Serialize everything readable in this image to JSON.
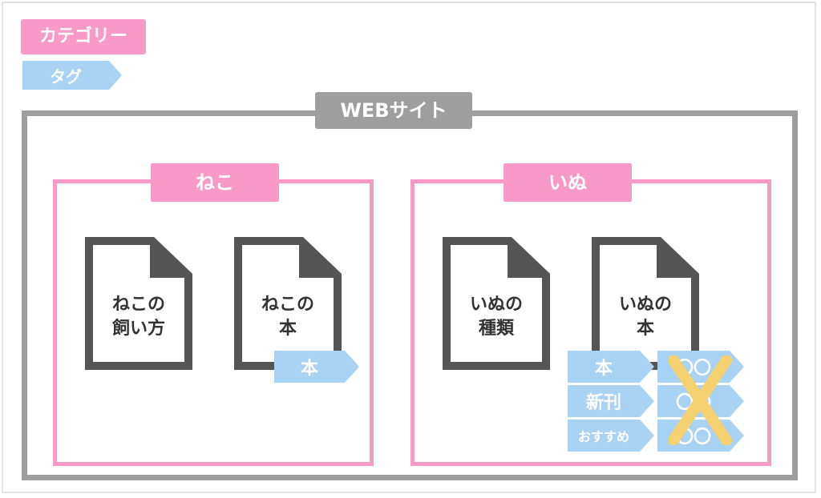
{
  "legend": {
    "category_label": "カテゴリー",
    "tag_label": "タグ"
  },
  "website": {
    "label": "WEBサイト"
  },
  "categories": [
    {
      "label": "ねこ",
      "pages": [
        {
          "title": "ねこの\n飼い方"
        },
        {
          "title": "ねこの\n本",
          "tags": [
            "本"
          ]
        }
      ]
    },
    {
      "label": "いぬ",
      "pages": [
        {
          "title": "いぬの\n種類"
        },
        {
          "title": "いぬの\n本",
          "tags": [
            "本",
            "新刊",
            "おすすめ"
          ]
        }
      ]
    }
  ],
  "rejected_tags": [
    "〇〇",
    "〇〇",
    "〇〇"
  ],
  "colors": {
    "category": "#f79ac8",
    "tag": "#a9d3f5",
    "website": "#9e9e9e",
    "document_stroke": "#555555",
    "cross": "#f5d16f"
  }
}
